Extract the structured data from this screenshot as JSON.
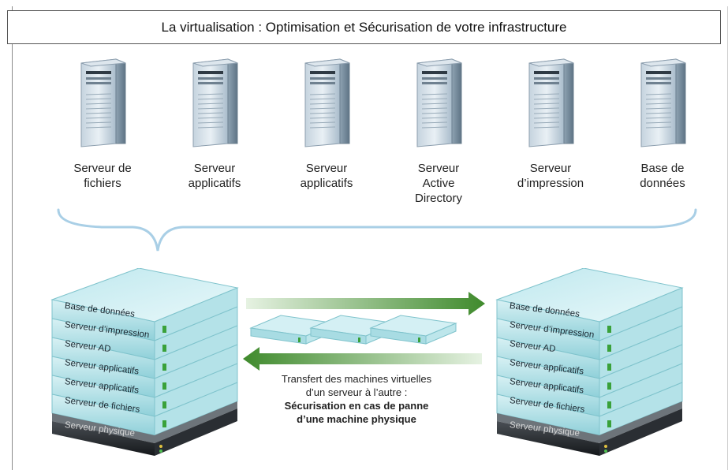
{
  "title": "La virtualisation : Optimisation et Sécurisation de votre infrastructure",
  "servers": [
    {
      "label": "Serveur de\nfichiers",
      "icon": "server-tower-icon"
    },
    {
      "label": "Serveur\napplicatifs",
      "icon": "server-tower-icon"
    },
    {
      "label": "Serveur\napplicatifs",
      "icon": "server-tower-icon"
    },
    {
      "label": "Serveur\nActive\nDirectory",
      "icon": "server-tower-icon"
    },
    {
      "label": "Serveur\nd’impression",
      "icon": "server-tower-icon"
    },
    {
      "label": "Base de\ndonnées",
      "icon": "server-tower-icon"
    }
  ],
  "left_stack": {
    "layers": [
      "Base de données",
      "Serveur d’impression",
      "Serveur AD",
      "Serveur applicatifs",
      "Serveur applicatifs",
      "Serveur de fichiers"
    ],
    "physical": "Serveur physique"
  },
  "right_stack": {
    "layers": [
      "Base de données",
      "Serveur d’impression",
      "Serveur AD",
      "Serveur applicatifs",
      "Serveur applicatifs",
      "Serveur de fichiers"
    ],
    "physical": "Serveur physique"
  },
  "transfer": {
    "line1": "Transfert des machines virtuelles",
    "line2": "d’un serveur à l’autre :",
    "bold1": "Sécurisation en cas de panne",
    "bold2": "d’une machine physique"
  },
  "colors": {
    "arrow_green": "#3f8a2c",
    "glass": "#9fd9e0",
    "brace": "#a9cfe6"
  }
}
